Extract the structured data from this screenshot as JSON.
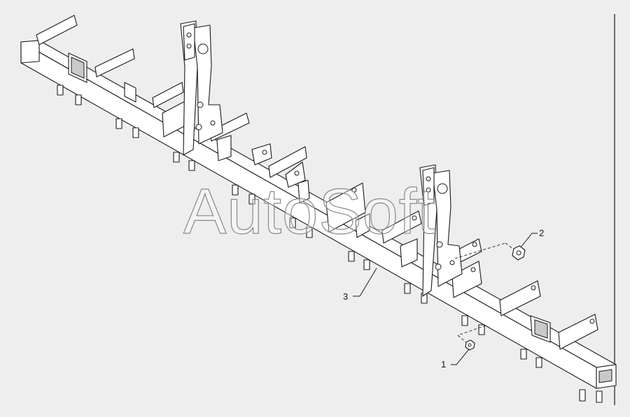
{
  "callouts": [
    {
      "id": "1",
      "label": "1"
    },
    {
      "id": "2",
      "label": "2"
    },
    {
      "id": "3",
      "label": "3"
    }
  ],
  "watermark": "AutoSoft"
}
